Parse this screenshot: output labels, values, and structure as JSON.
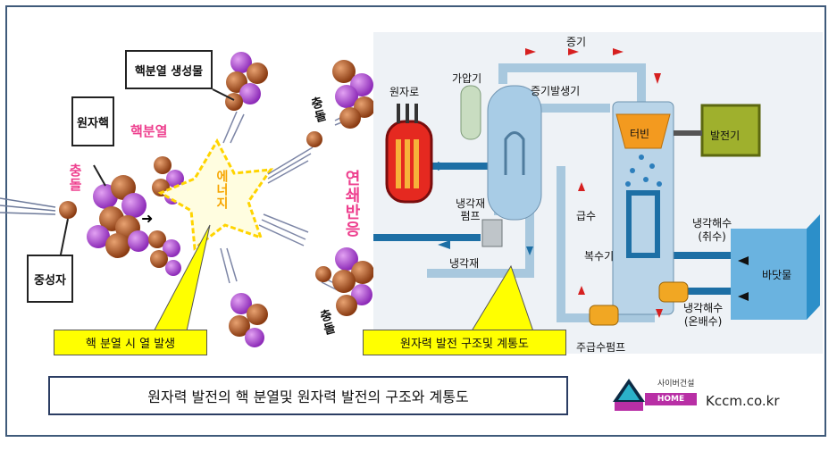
{
  "fission": {
    "label_product": "핵분열 생성물",
    "label_nucleus": "원자핵",
    "label_fission": "핵분열",
    "label_collision_left": "충돌",
    "label_neutron": "중성자",
    "label_energy": "에너지",
    "label_collision_top": "충돌",
    "label_collision_bottom": "충돌",
    "label_chain_reaction": "연쇄반응",
    "callout": "핵 분열 시 열 발생"
  },
  "plant": {
    "reactor": "원자로",
    "pressurizer": "가압기",
    "steam": "증기",
    "steam_generator": "증기발생기",
    "turbine": "터빈",
    "generator": "발전기",
    "coolant_pump": "냉각재\n펌프",
    "coolant": "냉각재",
    "feedwater": "급수",
    "condenser": "복수기",
    "cooling_in": "냉각해수\n(취수)",
    "seawater": "바닷물",
    "cooling_out": "냉각해수\n(온배수)",
    "condensate_pump": "주급수펌프",
    "callout": "원자력 발전 구조및 계통도"
  },
  "caption": "원자력 발전의 핵 분열및 원자력 발전의 구조와 계통도",
  "logo": {
    "top_text": "사이버건설",
    "badge_text": "HOME",
    "site": "Kccm.co.kr"
  },
  "colors": {
    "pink": "#ee3f8e",
    "callout": "#ffff00",
    "reactor": "#e52920",
    "water": "#8bbddf",
    "pipe": "#1d6fa5",
    "turbine": "#f39a1f",
    "generator": "#9fb02d",
    "frame": "#3f5a7a"
  }
}
